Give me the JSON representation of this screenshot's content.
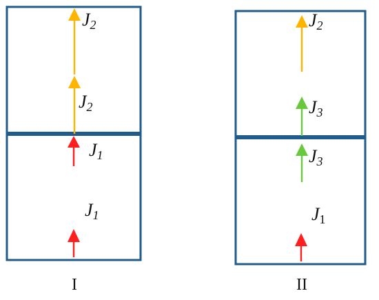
{
  "colors": {
    "frame": "#1f5b8b",
    "j1_arrow": "#ff1f1f",
    "j2_arrow": "#ffb400",
    "j3_arrow": "#6ac83e",
    "text": "#111111"
  },
  "panels": [
    {
      "caption": "I",
      "labels": [
        {
          "main": "J",
          "sub": "2"
        },
        {
          "main": "J",
          "sub": "2"
        },
        {
          "main": "J",
          "sub": "1"
        },
        {
          "main": "J",
          "sub": "1"
        }
      ]
    },
    {
      "caption": "II",
      "labels": [
        {
          "main": "J",
          "sub": "2"
        },
        {
          "main": "J",
          "sub": "3"
        },
        {
          "main": "J",
          "sub": "3"
        },
        {
          "main": "J",
          "sub": "1"
        }
      ]
    }
  ]
}
